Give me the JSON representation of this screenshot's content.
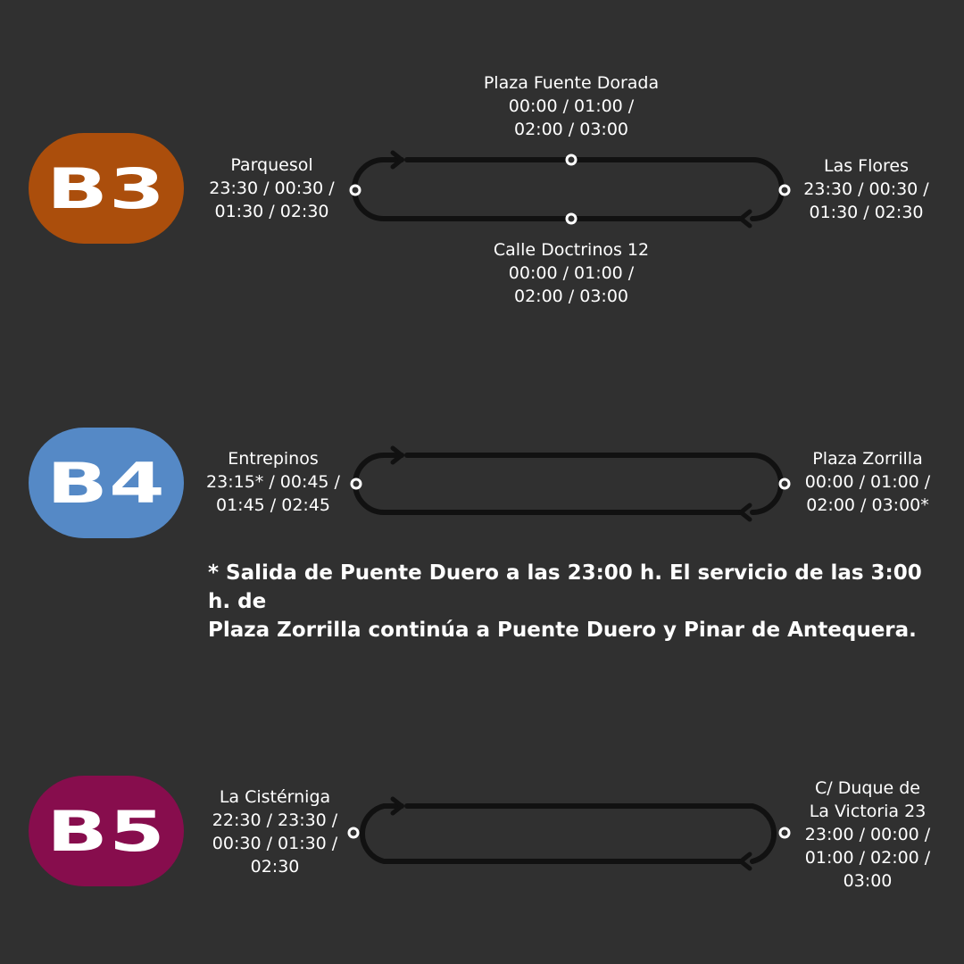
{
  "colors": {
    "background": "#303030",
    "route_line": "#111111",
    "b3": "#ab4e0c",
    "b4": "#5589c6",
    "b5": "#870d4d"
  },
  "routes": [
    {
      "code": "B3",
      "stops": {
        "left": {
          "name": "Parquesol",
          "times": [
            "23:30 / 00:30 /",
            "01:30 / 02:30"
          ]
        },
        "right": {
          "name": "Las Flores",
          "times": [
            "23:30 / 00:30 /",
            "01:30 / 02:30"
          ]
        },
        "top": {
          "name": "Plaza Fuente Dorada",
          "times": [
            "00:00 / 01:00 /",
            "02:00 / 03:00"
          ]
        },
        "bottom": {
          "name": "Calle Doctrinos 12",
          "times": [
            "00:00 / 01:00 /",
            "02:00 / 03:00"
          ]
        }
      }
    },
    {
      "code": "B4",
      "stops": {
        "left": {
          "name": "Entrepinos",
          "times": [
            "23:15* / 00:45 /",
            "01:45 / 02:45"
          ]
        },
        "right": {
          "name": "Plaza Zorrilla",
          "times": [
            "00:00 / 01:00 /",
            "02:00 / 03:00*"
          ]
        }
      },
      "note": [
        "* Salida de Puente Duero a las 23:00 h. El servicio de las 3:00 h. de",
        "Plaza Zorrilla continúa a Puente Duero y Pinar de Antequera."
      ]
    },
    {
      "code": "B5",
      "stops": {
        "left": {
          "name": "La Cistérniga",
          "times": [
            "22:30 / 23:30 /",
            "00:30 / 01:30 /",
            "02:30"
          ]
        },
        "right": {
          "name_lines": [
            "C/ Duque de",
            "La Victoria 23"
          ],
          "times": [
            "23:00 / 00:00 /",
            "01:00 / 02:00 /",
            "03:00"
          ]
        }
      }
    }
  ]
}
